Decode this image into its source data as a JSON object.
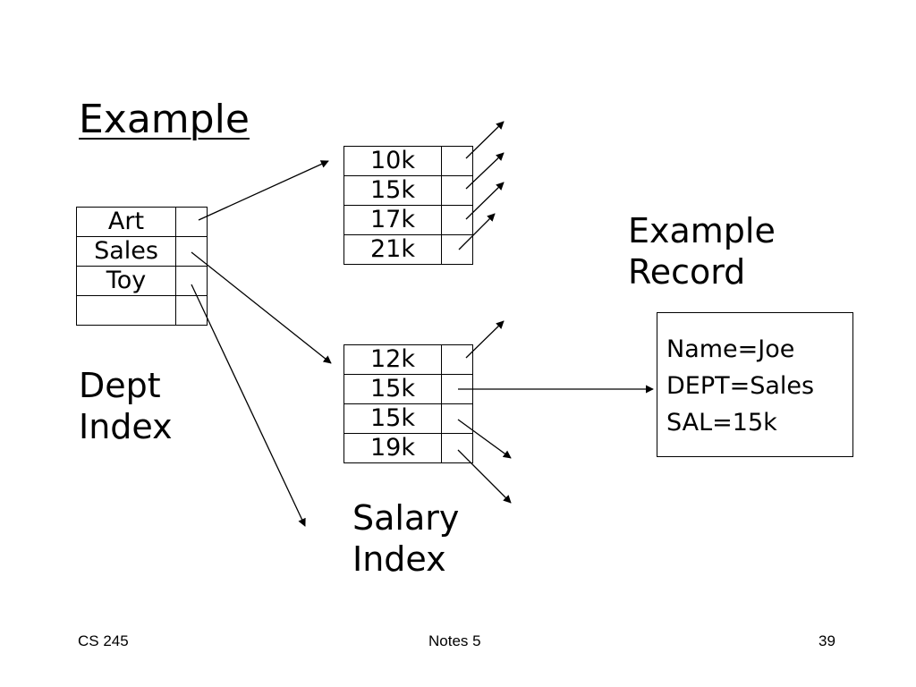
{
  "slide": {
    "title": "Example",
    "dept_index": {
      "label_lines": [
        "Dept",
        "Index"
      ],
      "keys": [
        "Art",
        "Sales",
        "Toy",
        ""
      ]
    },
    "salary_index_top": {
      "keys": [
        "10k",
        "15k",
        "17k",
        "21k"
      ]
    },
    "salary_index_bottom": {
      "keys": [
        "12k",
        "15k",
        "15k",
        "19k"
      ]
    },
    "salary_label_lines": [
      "Salary",
      "Index"
    ],
    "example_record": {
      "label_lines": [
        "Example",
        "Record"
      ],
      "fields": [
        "Name=Joe",
        "DEPT=Sales",
        "SAL=15k"
      ]
    }
  },
  "footer": {
    "course": "CS 245",
    "notes": "Notes 5",
    "page": "39"
  }
}
